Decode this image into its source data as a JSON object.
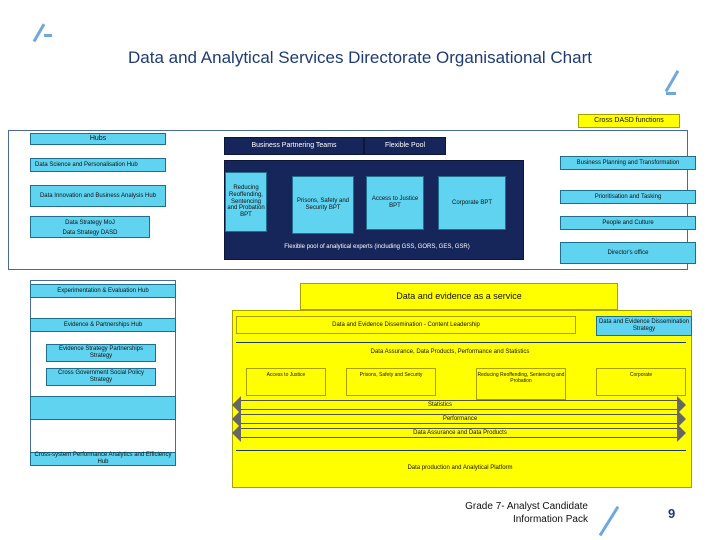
{
  "title": "Data and Analytical Services Directorate Organisational Chart",
  "colors": {
    "cyan": "#5FD3F0",
    "navy": "#17265A",
    "yellow": "#FFFF00",
    "title_blue": "#1F3B73",
    "deco_blue": "#6FA8DC"
  },
  "cross_dasd": {
    "header": "Cross DASD functions",
    "items": [
      "Business Planning and Transformation",
      "Prioritisation and Tasking",
      "People and Culture",
      "Director's office"
    ]
  },
  "hubs_top": {
    "header": "Hubs",
    "items": [
      "Data Science and Personalisation Hub",
      "Data Innovation and Business Analysis Hub"
    ],
    "strategy": [
      "Data Strategy MoJ",
      "Data Strategy DASD"
    ]
  },
  "business_partnering": {
    "header": "Business Partnering Teams",
    "flexible_header": "Flexible Pool",
    "teams": [
      "Reducing Reoffending, Sentencing and Probation BPT",
      "Prisons, Safety and Security BPT",
      "Access to Justice BPT",
      "Corporate BPT"
    ],
    "flexible_pool": "Flexible pool of analytical experts (including GSS, GORS, GES, GSR)"
  },
  "hubs_bottom": {
    "experimentation": "Experimentation & Evaluation Hub",
    "evidence": "Evidence & Partnerships Hub",
    "evidence_strategy": "Evidence Strategy Partnerships Strategy",
    "cross_gov": "Cross Government Social Policy Strategy",
    "cross_system": "Cross-system Performance Analytics and Efficiency Hub"
  },
  "data_service": {
    "header": "Data and evidence as a service",
    "dissemination": "Data and Evidence Dissemination - Content Leadership",
    "dissemination_strategy": "Data and Evidence Dissemination Strategy",
    "assurance": "Data Assurance, Data Products, Performance and Statistics",
    "columns": [
      "Access to Justice",
      "Prisons, Safety and Security",
      "Reducing Reoffending, Sentencing and Probation",
      "Corporate"
    ],
    "bands": [
      "Statistics",
      "Performance",
      "Data Assurance and Data Products"
    ],
    "platform": "Data production and Analytical Platform"
  },
  "footer": {
    "line1": "Grade 7- Analyst Candidate",
    "line2": "Information Pack",
    "page_number": "9"
  }
}
